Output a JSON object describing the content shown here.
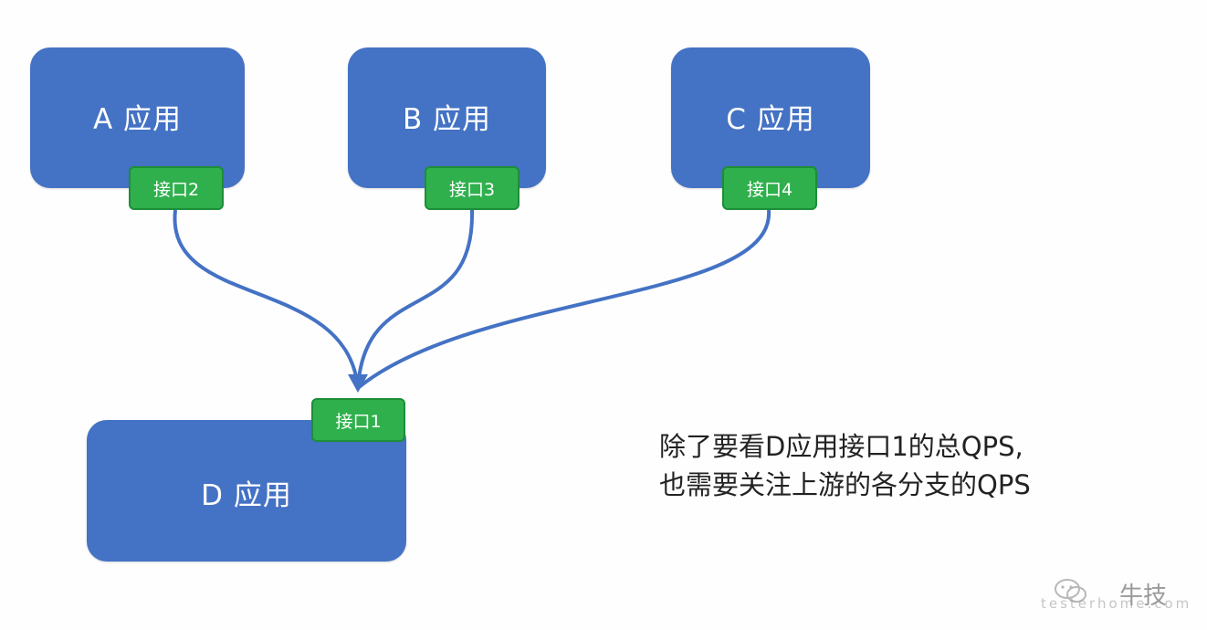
{
  "apps": {
    "a": {
      "label": "A 应用",
      "interface": "接口2"
    },
    "b": {
      "label": "B 应用",
      "interface": "接口3"
    },
    "c": {
      "label": "C 应用",
      "interface": "接口4"
    },
    "d": {
      "label": "D 应用",
      "interface": "接口1"
    }
  },
  "note": {
    "line1": "除了要看D应用接口1的总QPS,",
    "line2": "也需要关注上游的各分支的QPS"
  },
  "watermark": {
    "brand": "牛技",
    "domain": "testerhome.com"
  },
  "colors": {
    "app_fill": "#4472c4",
    "interface_fill": "#2fb04d",
    "edge": "#4472c4"
  }
}
